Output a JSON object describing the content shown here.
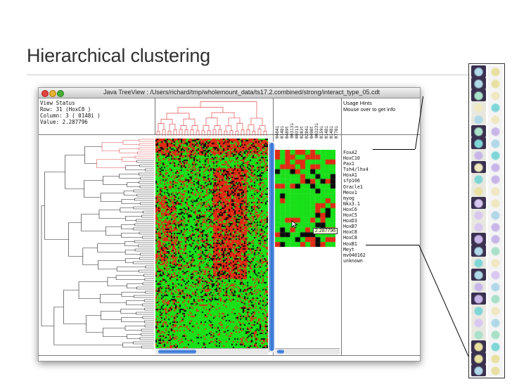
{
  "slide": {
    "title": "Hierarchical clustering"
  },
  "window": {
    "title": "Java TreeView : /Users/richard/tmp/wholemount_data/ts17.2.combined/strong/interact_type_05.cdt"
  },
  "view_status": {
    "heading": "View Status",
    "row": "Row:    31 (HoxC8 )",
    "column": "Column: 3 ( 0148i )",
    "value": "Value:  2.287796"
  },
  "usage_hints": {
    "heading": "Usage Hints",
    "text": "Mouse over to get info"
  },
  "column_labels": [
    "0484i",
    "0148i",
    "0489t",
    "00313i",
    "00313",
    "0283t",
    "0284i",
    "0498t",
    "00323i",
    "0159i",
    "0148i",
    "0148i",
    "0778i"
  ],
  "row_labels": [
    "FoxA2",
    "HoxC10",
    "Pax1",
    "Tsh4/lhx4",
    "HoxA1",
    "sfp106",
    "Oracle1",
    "Meox1",
    "myog",
    "Nkx3.1",
    "HoxC6",
    "HoxC5",
    "HoxD3",
    "HoxB7",
    "HoxC8",
    "HoxC8",
    "HoxB1",
    "Meyt",
    "mv040162",
    "unknown"
  ],
  "tooltip_value": "2.287796",
  "colors": {
    "red": "#e02a14",
    "green": "#19e019",
    "black": "#0a0a0a",
    "tree_highlight": "#e05050"
  }
}
